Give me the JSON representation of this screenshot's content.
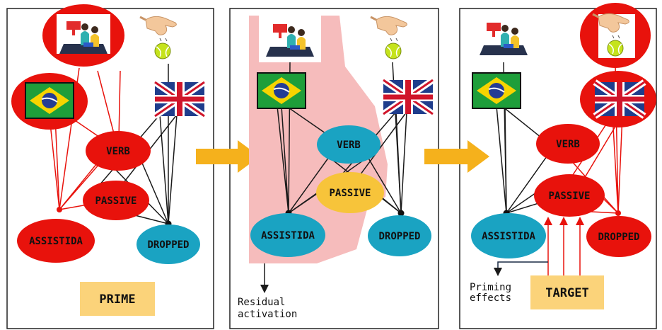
{
  "colors": {
    "active": "#e8120c",
    "inactive": "#1aa3c2",
    "residual": "#f7c43a",
    "residual_area": "#f6bcbc",
    "arrow": "#f5b11c",
    "label_box": "#fbd37a",
    "link": "#1a1a1a",
    "link_active": "#e8120c"
  },
  "panels": [
    {
      "nodes": {
        "verb": "VERB",
        "passive": "PASSIVE",
        "assistida": "ASSISTIDA",
        "dropped": "DROPPED"
      },
      "label": "PRIME"
    },
    {
      "nodes": {
        "verb": "VERB",
        "passive": "PASSIVE",
        "assistida": "ASSISTIDA",
        "dropped": "DROPPED"
      },
      "note": [
        "Residual",
        "activation"
      ]
    },
    {
      "nodes": {
        "verb": "VERB",
        "passive": "PASSIVE",
        "assistida": "ASSISTIDA",
        "dropped": "DROPPED"
      },
      "label": "TARGET",
      "note": [
        "Priming",
        "effects"
      ]
    }
  ],
  "icons": [
    "tv-watching-icon",
    "brazil-flag-icon",
    "uk-flag-icon",
    "hand-dropping-ball-icon"
  ]
}
